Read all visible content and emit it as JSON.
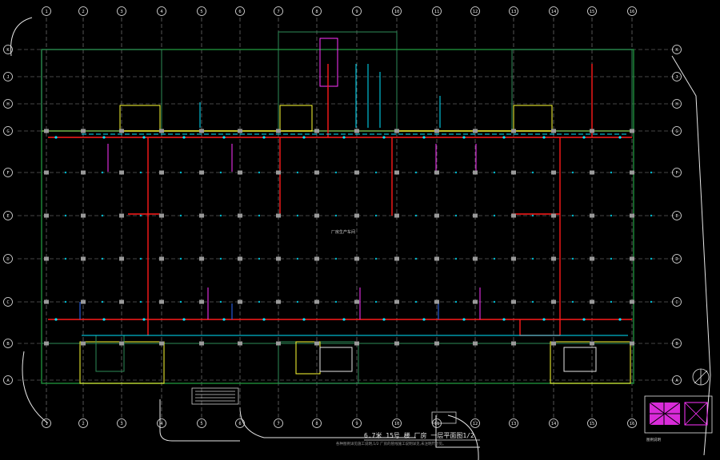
{
  "drawing": {
    "title": "6.7米 15号 楼 厂房 一层平面图1/2",
    "note": "各种图例详见施工说明,1/2 厂房的管线施工说明详见,未注明尺寸见。",
    "center_label": "厂房生产车间",
    "legend_label": "图例说明",
    "column_grid_labels": [
      "1",
      "2",
      "3",
      "4",
      "5",
      "6",
      "7",
      "8",
      "9",
      "10",
      "11",
      "12",
      "13",
      "14",
      "15",
      "16"
    ],
    "row_grid_labels": [
      "A",
      "B",
      "C",
      "D",
      "E",
      "F",
      "G",
      "H",
      "J",
      "K"
    ]
  },
  "colors": {
    "background": "#000000",
    "grid": "#bfbfbf",
    "wall": "#2e8b57",
    "cyan": "#00e5ff",
    "fire_pipe": "#ff1a1a",
    "yellow": "#ffff33",
    "magenta": "#ff33ff",
    "blue": "#2b6cff"
  }
}
